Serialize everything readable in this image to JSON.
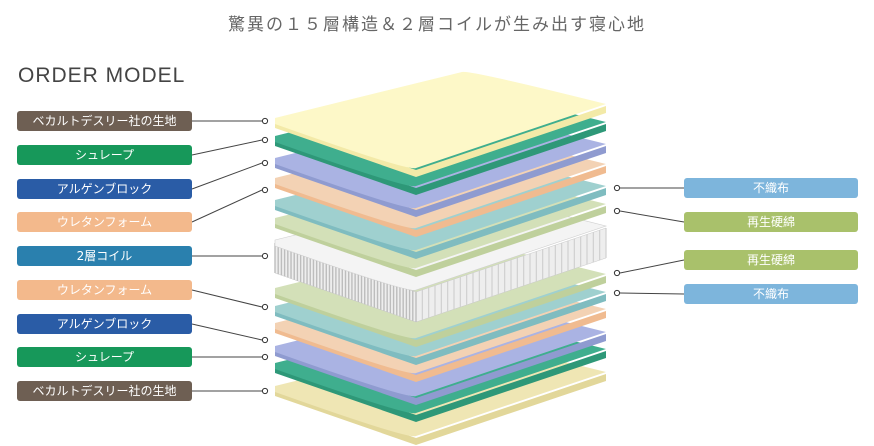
{
  "title": "驚異の１５層構造＆２層コイルが生み出す寝心地",
  "model_heading": "ORDER MODEL",
  "left_labels": [
    {
      "text": "ベカルトデスリー社の生地",
      "color": "#6e5f53"
    },
    {
      "text": "シュレープ",
      "color": "#17985a"
    },
    {
      "text": "アルゲンブロック",
      "color": "#2a5ca6"
    },
    {
      "text": "ウレタンフォーム",
      "color": "#f3b98c"
    },
    {
      "text": "2層コイル",
      "color": "#2a80ae"
    },
    {
      "text": "ウレタンフォーム",
      "color": "#f3b98c"
    },
    {
      "text": "アルゲンブロック",
      "color": "#2a5ca6"
    },
    {
      "text": "シュレープ",
      "color": "#17985a"
    },
    {
      "text": "ベカルトデスリー社の生地",
      "color": "#6e5f53"
    }
  ],
  "right_labels": [
    {
      "text": "不織布",
      "color": "#7db5dc"
    },
    {
      "text": "再生硬綿",
      "color": "#a9c16b"
    },
    {
      "text": "再生硬綿",
      "color": "#a9c16b"
    },
    {
      "text": "不織布",
      "color": "#7db5dc"
    }
  ]
}
